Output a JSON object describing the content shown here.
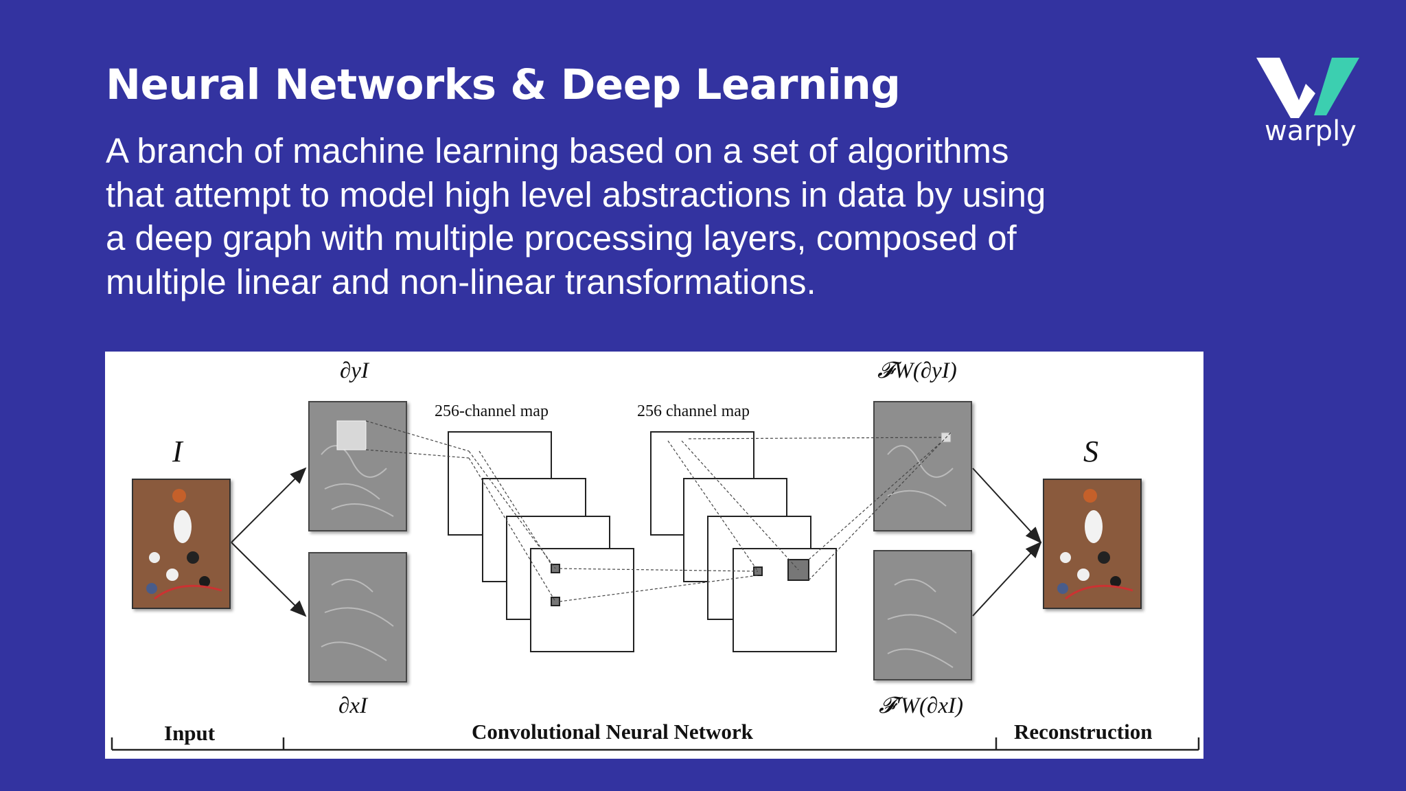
{
  "slide": {
    "title": "Neural Networks & Deep Learning",
    "description_lines": [
      "A branch of machine learning based on a set of algorithms",
      "that attempt to model high level abstractions in data by using",
      "a deep graph with multiple processing layers, composed of",
      "multiple linear and non-linear transformations."
    ]
  },
  "logo": {
    "text": "warply",
    "colors": {
      "white": "#ffffff",
      "teal": "#3ccfb0"
    }
  },
  "diagram": {
    "input_symbol": "I",
    "output_symbol": "S",
    "grad_y_label": "∂yI",
    "grad_x_label": "∂xI",
    "filter_y_label": "𝓕W(∂yI)",
    "filter_x_label": "𝓕′W(∂xI)",
    "map_label_1": "256-channel map",
    "map_label_2": "256 channel map",
    "sections": {
      "input": "Input",
      "cnn": "Convolutional Neural Network",
      "reconstruction": "Reconstruction"
    }
  },
  "colors": {
    "background": "#3333a0",
    "text": "#ffffff"
  }
}
